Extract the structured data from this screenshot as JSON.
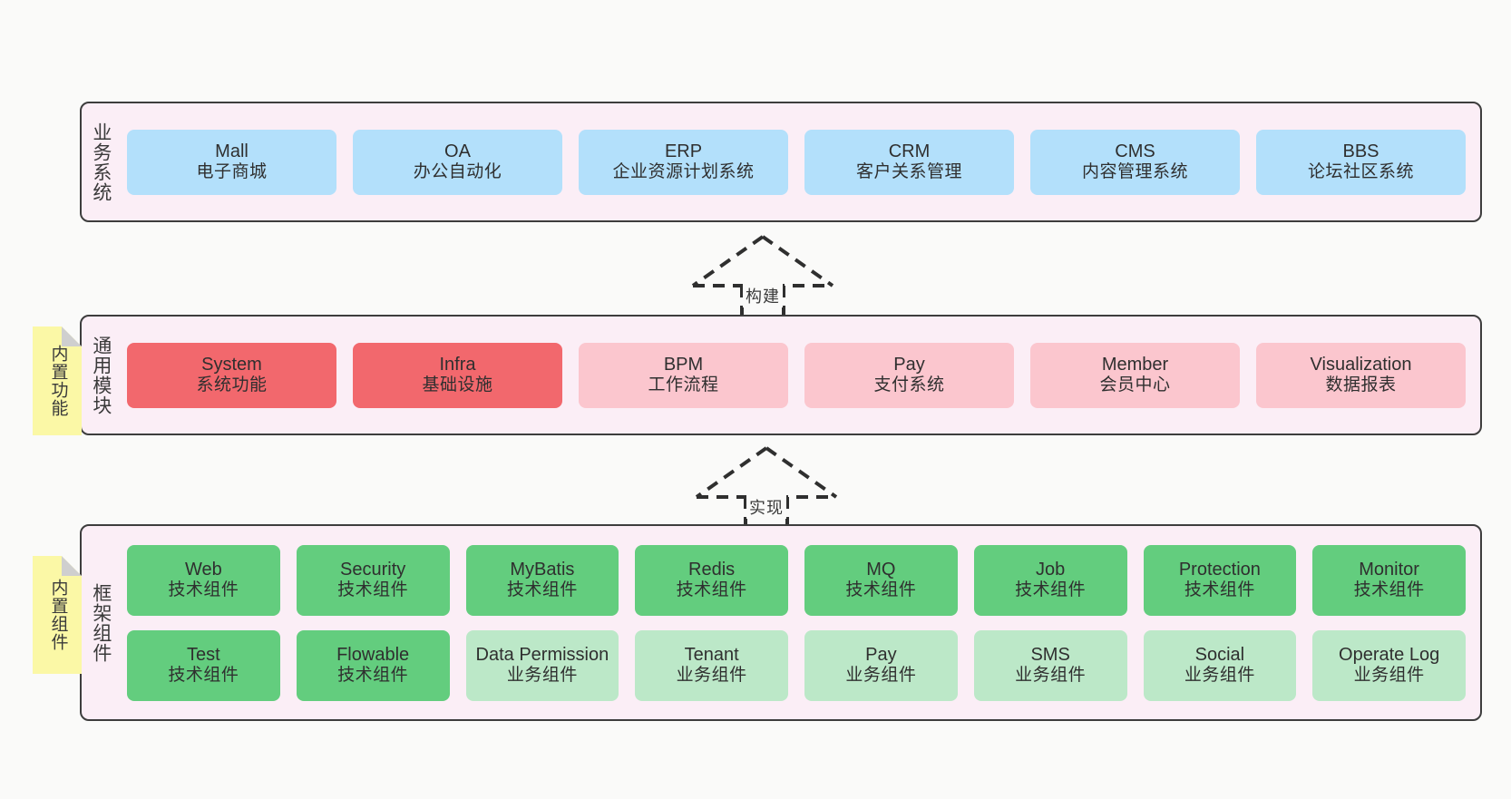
{
  "diagram": {
    "background_color": "#fafaf9",
    "layer_fill": "#fbeef6",
    "layer_border": "#3d3d3d"
  },
  "layers": [
    {
      "id": "business",
      "title": "业务系统",
      "card_color": "#b3e0fb",
      "rows": [
        {
          "cards": [
            {
              "en": "Mall",
              "cn": "电子商城",
              "style": "blue"
            },
            {
              "en": "OA",
              "cn": "办公自动化",
              "style": "blue"
            },
            {
              "en": "ERP",
              "cn": "企业资源计划系统",
              "style": "blue"
            },
            {
              "en": "CRM",
              "cn": "客户关系管理",
              "style": "blue"
            },
            {
              "en": "CMS",
              "cn": "内容管理系统",
              "style": "blue"
            },
            {
              "en": "BBS",
              "cn": "论坛社区系统",
              "style": "blue"
            }
          ]
        }
      ]
    },
    {
      "id": "modules",
      "title": "通用模块",
      "card_color_strong": "#f2686d",
      "card_color_light": "#fbc6ce",
      "rows": [
        {
          "cards": [
            {
              "en": "System",
              "cn": "系统功能",
              "style": "mod-strong"
            },
            {
              "en": "Infra",
              "cn": "基础设施",
              "style": "mod-strong"
            },
            {
              "en": "BPM",
              "cn": "工作流程",
              "style": "mod-light"
            },
            {
              "en": "Pay",
              "cn": "支付系统",
              "style": "mod-light"
            },
            {
              "en": "Member",
              "cn": "会员中心",
              "style": "mod-light"
            },
            {
              "en": "Visualization",
              "cn": "数据报表",
              "style": "mod-light"
            }
          ]
        }
      ]
    },
    {
      "id": "framework",
      "title": "框架组件",
      "card_color_tech": "#63cd7e",
      "card_color_biz": "#bce8c8",
      "rows": [
        {
          "cards": [
            {
              "en": "Web",
              "cn": "技术组件",
              "style": "tech"
            },
            {
              "en": "Security",
              "cn": "技术组件",
              "style": "tech"
            },
            {
              "en": "MyBatis",
              "cn": "技术组件",
              "style": "tech"
            },
            {
              "en": "Redis",
              "cn": "技术组件",
              "style": "tech"
            },
            {
              "en": "MQ",
              "cn": "技术组件",
              "style": "tech"
            },
            {
              "en": "Job",
              "cn": "技术组件",
              "style": "tech"
            },
            {
              "en": "Protection",
              "cn": "技术组件",
              "style": "tech"
            },
            {
              "en": "Monitor",
              "cn": "技术组件",
              "style": "tech"
            }
          ]
        },
        {
          "cards": [
            {
              "en": "Test",
              "cn": "技术组件",
              "style": "tech"
            },
            {
              "en": "Flowable",
              "cn": "技术组件",
              "style": "tech"
            },
            {
              "en": "Data Permission",
              "cn": "业务组件",
              "style": "biz"
            },
            {
              "en": "Tenant",
              "cn": "业务组件",
              "style": "biz"
            },
            {
              "en": "Pay",
              "cn": "业务组件",
              "style": "biz"
            },
            {
              "en": "SMS",
              "cn": "业务组件",
              "style": "biz"
            },
            {
              "en": "Social",
              "cn": "业务组件",
              "style": "biz"
            },
            {
              "en": "Operate Log",
              "cn": "业务组件",
              "style": "biz"
            }
          ]
        }
      ]
    }
  ],
  "notes": [
    {
      "id": "features",
      "text": "内置功能",
      "color": "#fbf8a6"
    },
    {
      "id": "components",
      "text": "内置组件",
      "color": "#fbf8a6"
    }
  ],
  "arrows": [
    {
      "id": "build",
      "label": "构建",
      "style": "dashed-generalization"
    },
    {
      "id": "implement",
      "label": "实现",
      "style": "dashed-generalization"
    }
  ]
}
